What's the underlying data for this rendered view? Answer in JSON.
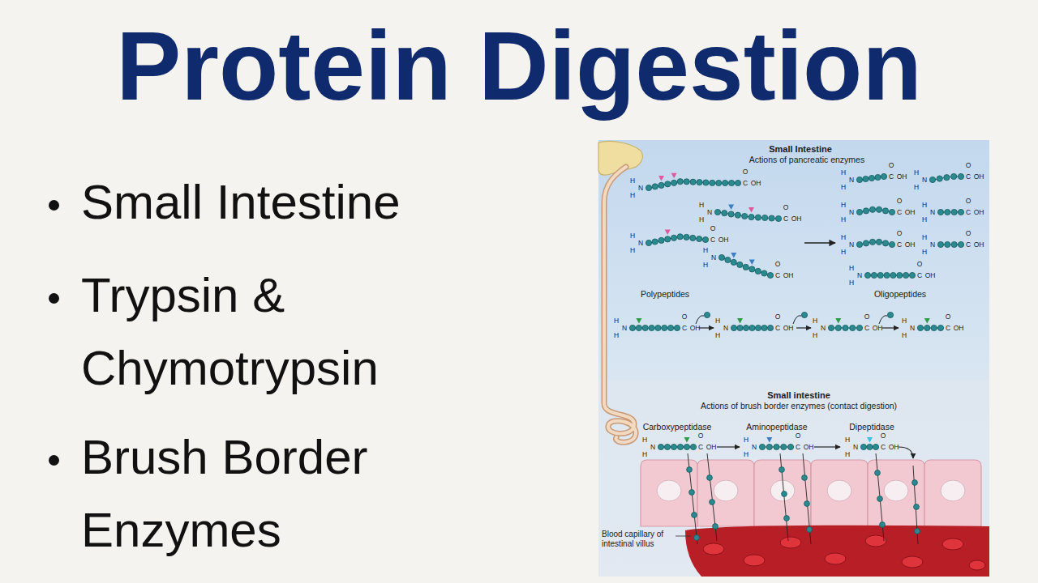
{
  "diagram": {
    "title": "Protein Digestion",
    "labels": [
      "Small Intestine",
      "Trypsin & Chymotrypsin",
      "Brush Border Enzymes",
      "Small Intestine",
      "Actions of pancreatic enzymes",
      "Polypeptides",
      "Oligopeptides",
      "Small intestine",
      "Actions of brush border enzymes (contact digestion)",
      "Carboxypeptidase",
      "Aminopeptidase",
      "Dipeptidase",
      "Blood capillary of intestinal villus",
      "H",
      "N",
      "H",
      "C",
      "O",
      "OH",
      "H",
      "N",
      "H",
      "C",
      "O",
      "OH",
      "H",
      "N",
      "H",
      "C",
      "O",
      "OH",
      "H",
      "N",
      "H",
      "C",
      "O",
      "OH",
      "H",
      "N",
      "H",
      "C",
      "O",
      "OH",
      "H",
      "N",
      "H",
      "C",
      "O",
      "OH",
      "H",
      "N",
      "H",
      "C",
      "O",
      "OH",
      "H",
      "N",
      "H",
      "C",
      "O",
      "OH",
      "H",
      "N",
      "H",
      "C",
      "O",
      "OH",
      "H",
      "N",
      "H",
      "C",
      "O",
      "OH",
      "H",
      "N",
      "H",
      "C",
      "O",
      "OH",
      "H",
      "N",
      "H",
      "C",
      "O",
      "OH",
      "H",
      "N",
      "H",
      "C",
      "O",
      "OH",
      "H",
      "N",
      "H",
      "C",
      "O",
      "OH",
      "H",
      "N",
      "H",
      "C",
      "O",
      "OH",
      "H",
      "N",
      "H",
      "C",
      "O",
      "OH",
      "H",
      "N",
      "H",
      "C",
      "O",
      "OH",
      "H",
      "N",
      "H",
      "C",
      "O",
      "OH"
    ]
  }
}
